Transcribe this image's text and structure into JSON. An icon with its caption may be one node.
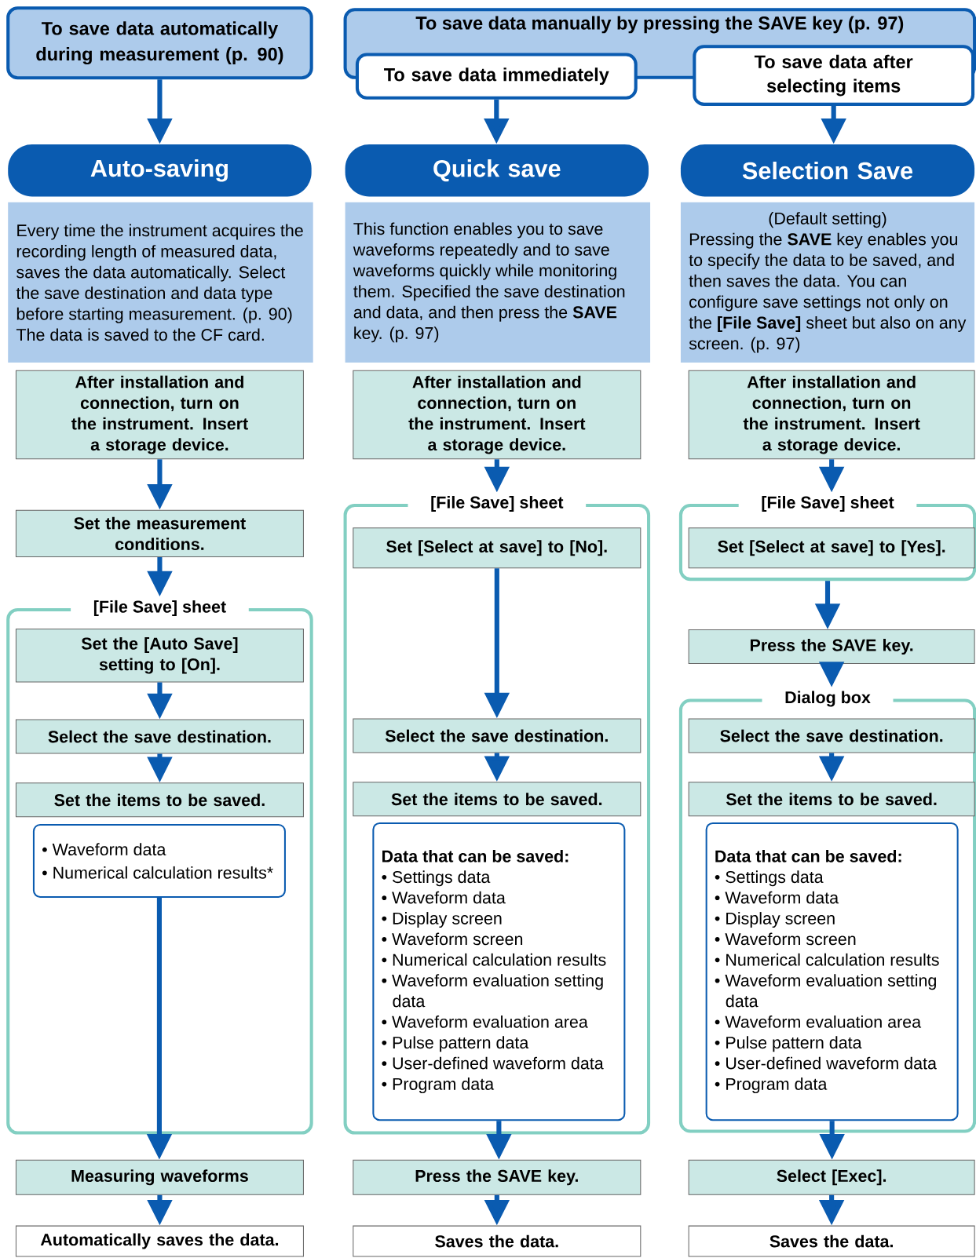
{
  "diagram": {
    "nodes": [
      {
        "text": [
          "To save data automatically during measurement (p. 90)"
        ]
      },
      {
        "text": [
          "To save data manually by pressing the SAVE key (p. 97)"
        ]
      },
      {
        "text": [
          "To save data immediately"
        ]
      },
      {
        "text": [
          "To save data after selecting items"
        ]
      },
      {
        "text": [
          "Auto-saving"
        ]
      },
      {
        "text": [
          "Quick save"
        ]
      },
      {
        "text": [
          "Selection Save"
        ]
      },
      {
        "text": [
          "Every time the instrument acquires the recording length of measured data, saves the data automatically. Select the save destination and data type before starting measurement. (p. 90)",
          "The data is saved to the CF card."
        ]
      },
      {
        "text": [
          "This function enables you to save waveforms repeatedly and to save waveforms quickly while monitoring them. Specified the save destination and data, and then press the **SAVE** key. (p. 97)"
        ]
      },
      {
        "text": [
          "(Default setting)",
          "Pressing the **SAVE** key enables you to specify the data to be saved, and then saves the data. You can configure save settings not only on the **[File Save]** sheet but also on any screen. (p. 97)"
        ]
      },
      {
        "text": [
          "After installation and connection, turn on the instrument. Insert a storage device."
        ]
      },
      {
        "text": [
          "Set the measurement conditions."
        ]
      },
      {
        "text": [
          "[File Save] sheet"
        ]
      },
      {
        "text": [
          "Set the [Auto Save] setting to [On]."
        ],
        "in": 12
      },
      {
        "text": [
          "Select the save destination."
        ],
        "in": 12
      },
      {
        "text": [
          "Set the items to be saved."
        ],
        "in": 12
      },
      {
        "text": [
          "• Waveform data",
          "• Numerical calculation results*"
        ],
        "in": 12
      },
      {
        "text": [
          "Measuring waveforms"
        ]
      },
      {
        "text": [
          "Automatically saves the data."
        ]
      },
      {
        "text": [
          "After installation and connection, turn on the instrument. Insert a storage device."
        ]
      },
      {
        "text": [
          "[File Save] sheet"
        ]
      },
      {
        "text": [
          "Set [Select at save] to [No]."
        ],
        "in": 20
      },
      {
        "text": [
          "Select the save destination."
        ],
        "in": 20
      },
      {
        "text": [
          "Set the items to be saved."
        ],
        "in": 20
      },
      {
        "text": [
          "Data that can be saved:",
          "• Settings data",
          "• Waveform data",
          "• Display screen",
          "• Waveform screen",
          "• Numerical calculation results",
          "• Waveform evaluation setting data",
          "• Waveform evaluation area",
          "• Pulse pattern data",
          "• User-defined waveform data",
          "• Program data"
        ],
        "in": 20
      },
      {
        "text": [
          "Press the SAVE key."
        ]
      },
      {
        "text": [
          "Saves the data."
        ]
      },
      {
        "text": [
          "After installation and connection, turn on the instrument. Insert a storage device."
        ]
      },
      {
        "text": [
          "[File Save] sheet"
        ]
      },
      {
        "text": [
          "Set [Select at save] to [Yes]."
        ],
        "in": 28
      },
      {
        "text": [
          "Press the SAVE key."
        ]
      },
      {
        "text": [
          "Dialog box"
        ]
      },
      {
        "text": [
          "Select the save destination."
        ],
        "in": 31
      },
      {
        "text": [
          "Set the items to be saved."
        ],
        "in": 31
      },
      {
        "text": [
          "Data that can be saved:",
          "• Settings data",
          "• Waveform data",
          "• Display screen",
          "• Waveform screen",
          "• Numerical calculation results",
          "• Waveform evaluation setting data",
          "• Waveform evaluation area",
          "• Pulse pattern data",
          "• User-defined waveform data",
          "• Program data"
        ],
        "in": 31
      },
      {
        "text": [
          "Select [Exec]."
        ]
      },
      {
        "text": [
          "Saves the data."
        ]
      }
    ],
    "edges": [
      {
        "from": 0,
        "to": 4,
        "arrow": "to"
      },
      {
        "from": 2,
        "to": 5,
        "arrow": "to"
      },
      {
        "from": 3,
        "to": 6,
        "arrow": "to"
      },
      {
        "from": 10,
        "to": 11,
        "arrow": "to"
      },
      {
        "from": 11,
        "to": 12,
        "arrow": "to"
      },
      {
        "from": 13,
        "to": 14,
        "arrow": "to"
      },
      {
        "from": 14,
        "to": 15,
        "arrow": "to"
      },
      {
        "from": 16,
        "to": 17,
        "arrow": "to"
      },
      {
        "from": 17,
        "to": 18,
        "arrow": "to"
      },
      {
        "from": 19,
        "to": 20,
        "arrow": "to"
      },
      {
        "from": 21,
        "to": 22,
        "arrow": "to"
      },
      {
        "from": 22,
        "to": 23,
        "arrow": "to"
      },
      {
        "from": 24,
        "to": 25,
        "arrow": "to"
      },
      {
        "from": 25,
        "to": 26,
        "arrow": "to"
      },
      {
        "from": 27,
        "to": 28,
        "arrow": "to"
      },
      {
        "from": 28,
        "to": 30,
        "arrow": "to"
      },
      {
        "from": 30,
        "to": 31,
        "arrow": "to"
      },
      {
        "from": 32,
        "to": 33,
        "arrow": "to"
      },
      {
        "from": 34,
        "to": 35,
        "arrow": "to"
      },
      {
        "from": 35,
        "to": 36,
        "arrow": "to"
      }
    ]
  }
}
